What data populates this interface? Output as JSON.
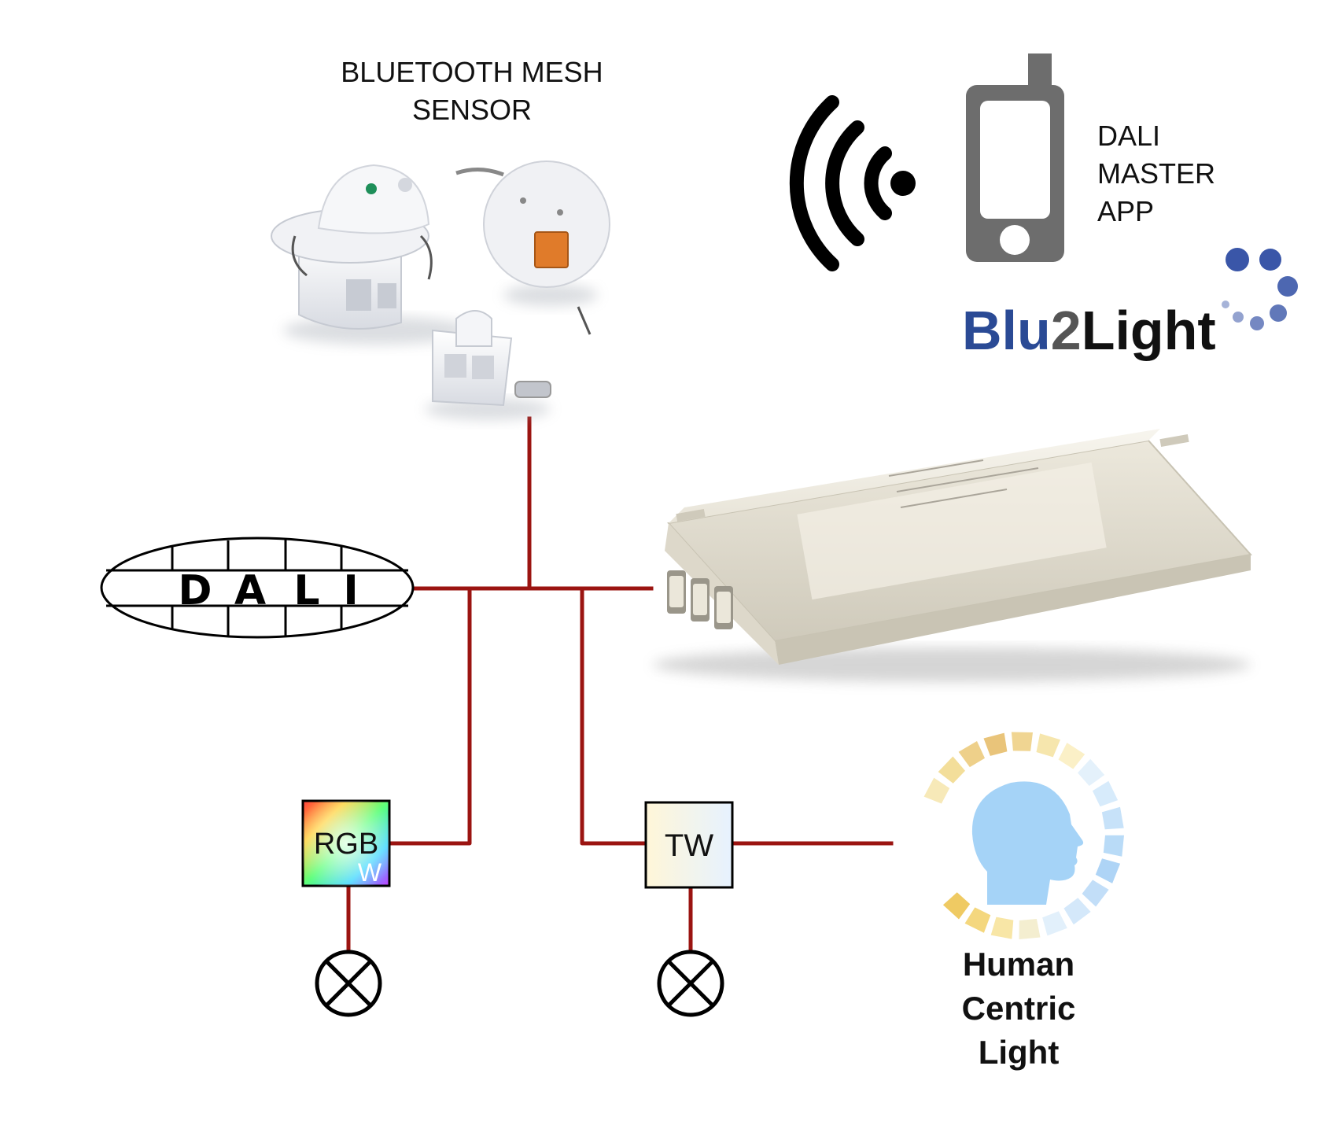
{
  "colors": {
    "wire": "#9b1411",
    "brand_blue": "#2a4a95",
    "brand_dark": "#111111",
    "dot_blue": "#3a56a8",
    "phone_gray": "#6d6d6d",
    "head_blue": "#a5d3f7"
  },
  "sensor": {
    "label_line1": "BLUETOOTH MESH",
    "label_line2": "SENSOR",
    "icon": "motion-sensor-icon"
  },
  "app": {
    "label_line1": "DALI",
    "label_line2": "MASTER",
    "label_line3": "APP",
    "phone_icon": "smartphone-icon",
    "signal_icon": "wireless-signal-icon"
  },
  "brand": {
    "part1": "Blu",
    "part2": "2",
    "part3": "Light"
  },
  "dali_logo": {
    "letters": [
      "D",
      "A",
      "L",
      "I"
    ]
  },
  "controller": {
    "icon": "dali-controller-icon"
  },
  "rgbw": {
    "label_main": "RGB",
    "label_sub": "W"
  },
  "tw": {
    "label": "TW"
  },
  "lamp_icon": "lamp-symbol-icon",
  "hcl": {
    "line1": "Human",
    "line2": "Centric",
    "line3": "Light",
    "icon": "human-head-icon"
  }
}
